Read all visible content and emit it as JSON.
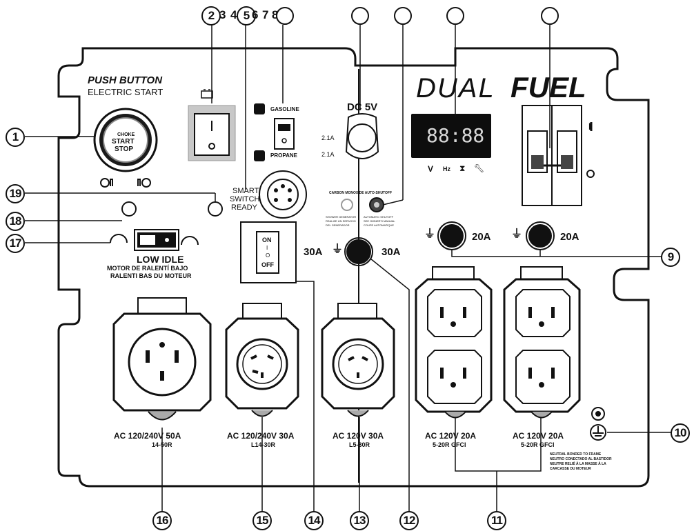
{
  "panel": {
    "brand_light": "DUAL",
    "brand_bold": "FUEL",
    "push_button_title": "PUSH BUTTON",
    "push_button_sub": "ELECTRIC START",
    "start_button_text_1": "CHOKE",
    "start_button_text_2": "START",
    "start_button_text_3": "STOP",
    "gasoline_label": "GASOLINE",
    "propane_label": "PROPANE",
    "dc_label": "DC 5V",
    "usb_amp_1": "2.1A",
    "usb_amp_2": "2.1A",
    "smart_switch_1": "SMART",
    "smart_switch_2": "SWITCH",
    "smart_switch_3": "READY",
    "co_label": "CARBON MONOXIDE AUTO-SHUTOFF",
    "co_sub_left_1": "SHOWER GENERATOR",
    "co_sub_left_2": "REALIZE UN SERVICIO",
    "co_sub_left_3": "DEL GENERADOR",
    "co_sub_right_1": "AUTOMATIC SHUTOFF",
    "co_sub_right_2": "SEE OWNER'S MANUAL",
    "co_sub_right_3": "COUPE AUTOMATIQUE",
    "meter_display": "88:88",
    "meter_v": "V",
    "meter_hz": "Hz",
    "breaker_on": "I",
    "breaker_off": "O",
    "low_idle_title": "LOW IDLE",
    "low_idle_es": "MOTOR DE RALENTÍ BAJO",
    "low_idle_fr": "RALENTI BAS DU MOTEUR",
    "onoff_on": "ON",
    "onoff_i": "I",
    "onoff_o": "O",
    "onoff_off": "OFF",
    "rv_amp_left": "30A",
    "rv_amp_right": "30A",
    "gfci_amp_1": "20A",
    "gfci_amp_2": "20A",
    "outlet_50a_line1": "AC 120/240V 50A",
    "outlet_50a_line2": "14-50R",
    "outlet_l1430_line1": "AC 120/240V 30A",
    "outlet_l1430_line2": "L14-30R",
    "outlet_l530_line1": "AC 120V 30A",
    "outlet_l530_line2": "L5-30R",
    "outlet_gfci1_line1": "AC 120V 20A",
    "outlet_gfci1_line2": "5-20R GFCI",
    "outlet_gfci2_line1": "AC 120V 20A",
    "outlet_gfci2_line2": "5-20R GFCI",
    "neutral_1": "NEUTRAL BONDED TO FRAME",
    "neutral_2": "NEUTRO CONECTADO AL BASTIDOR",
    "neutral_3": "NEUTRE RELIÉ À LA MASSE À LA",
    "neutral_4": "CARCASSE DU MOTEUR"
  },
  "callouts": {
    "c1": "1",
    "c2": "2",
    "c3": "3",
    "c4": "4",
    "c5": "5",
    "c6": "6",
    "c7": "7",
    "c8": "8",
    "c9": "9",
    "c10": "10",
    "c11": "11",
    "c12": "12",
    "c13": "13",
    "c14": "14",
    "c15": "15",
    "c16": "16",
    "c17": "17",
    "c18": "18",
    "c19": "19"
  },
  "icons": [
    "battery-icon",
    "gear-icon",
    "hand-icon",
    "hourglass-icon",
    "wrench-icon",
    "ground-icon",
    "plug-icon",
    "speedometer-icon",
    "check-icon",
    "usb-icon"
  ]
}
